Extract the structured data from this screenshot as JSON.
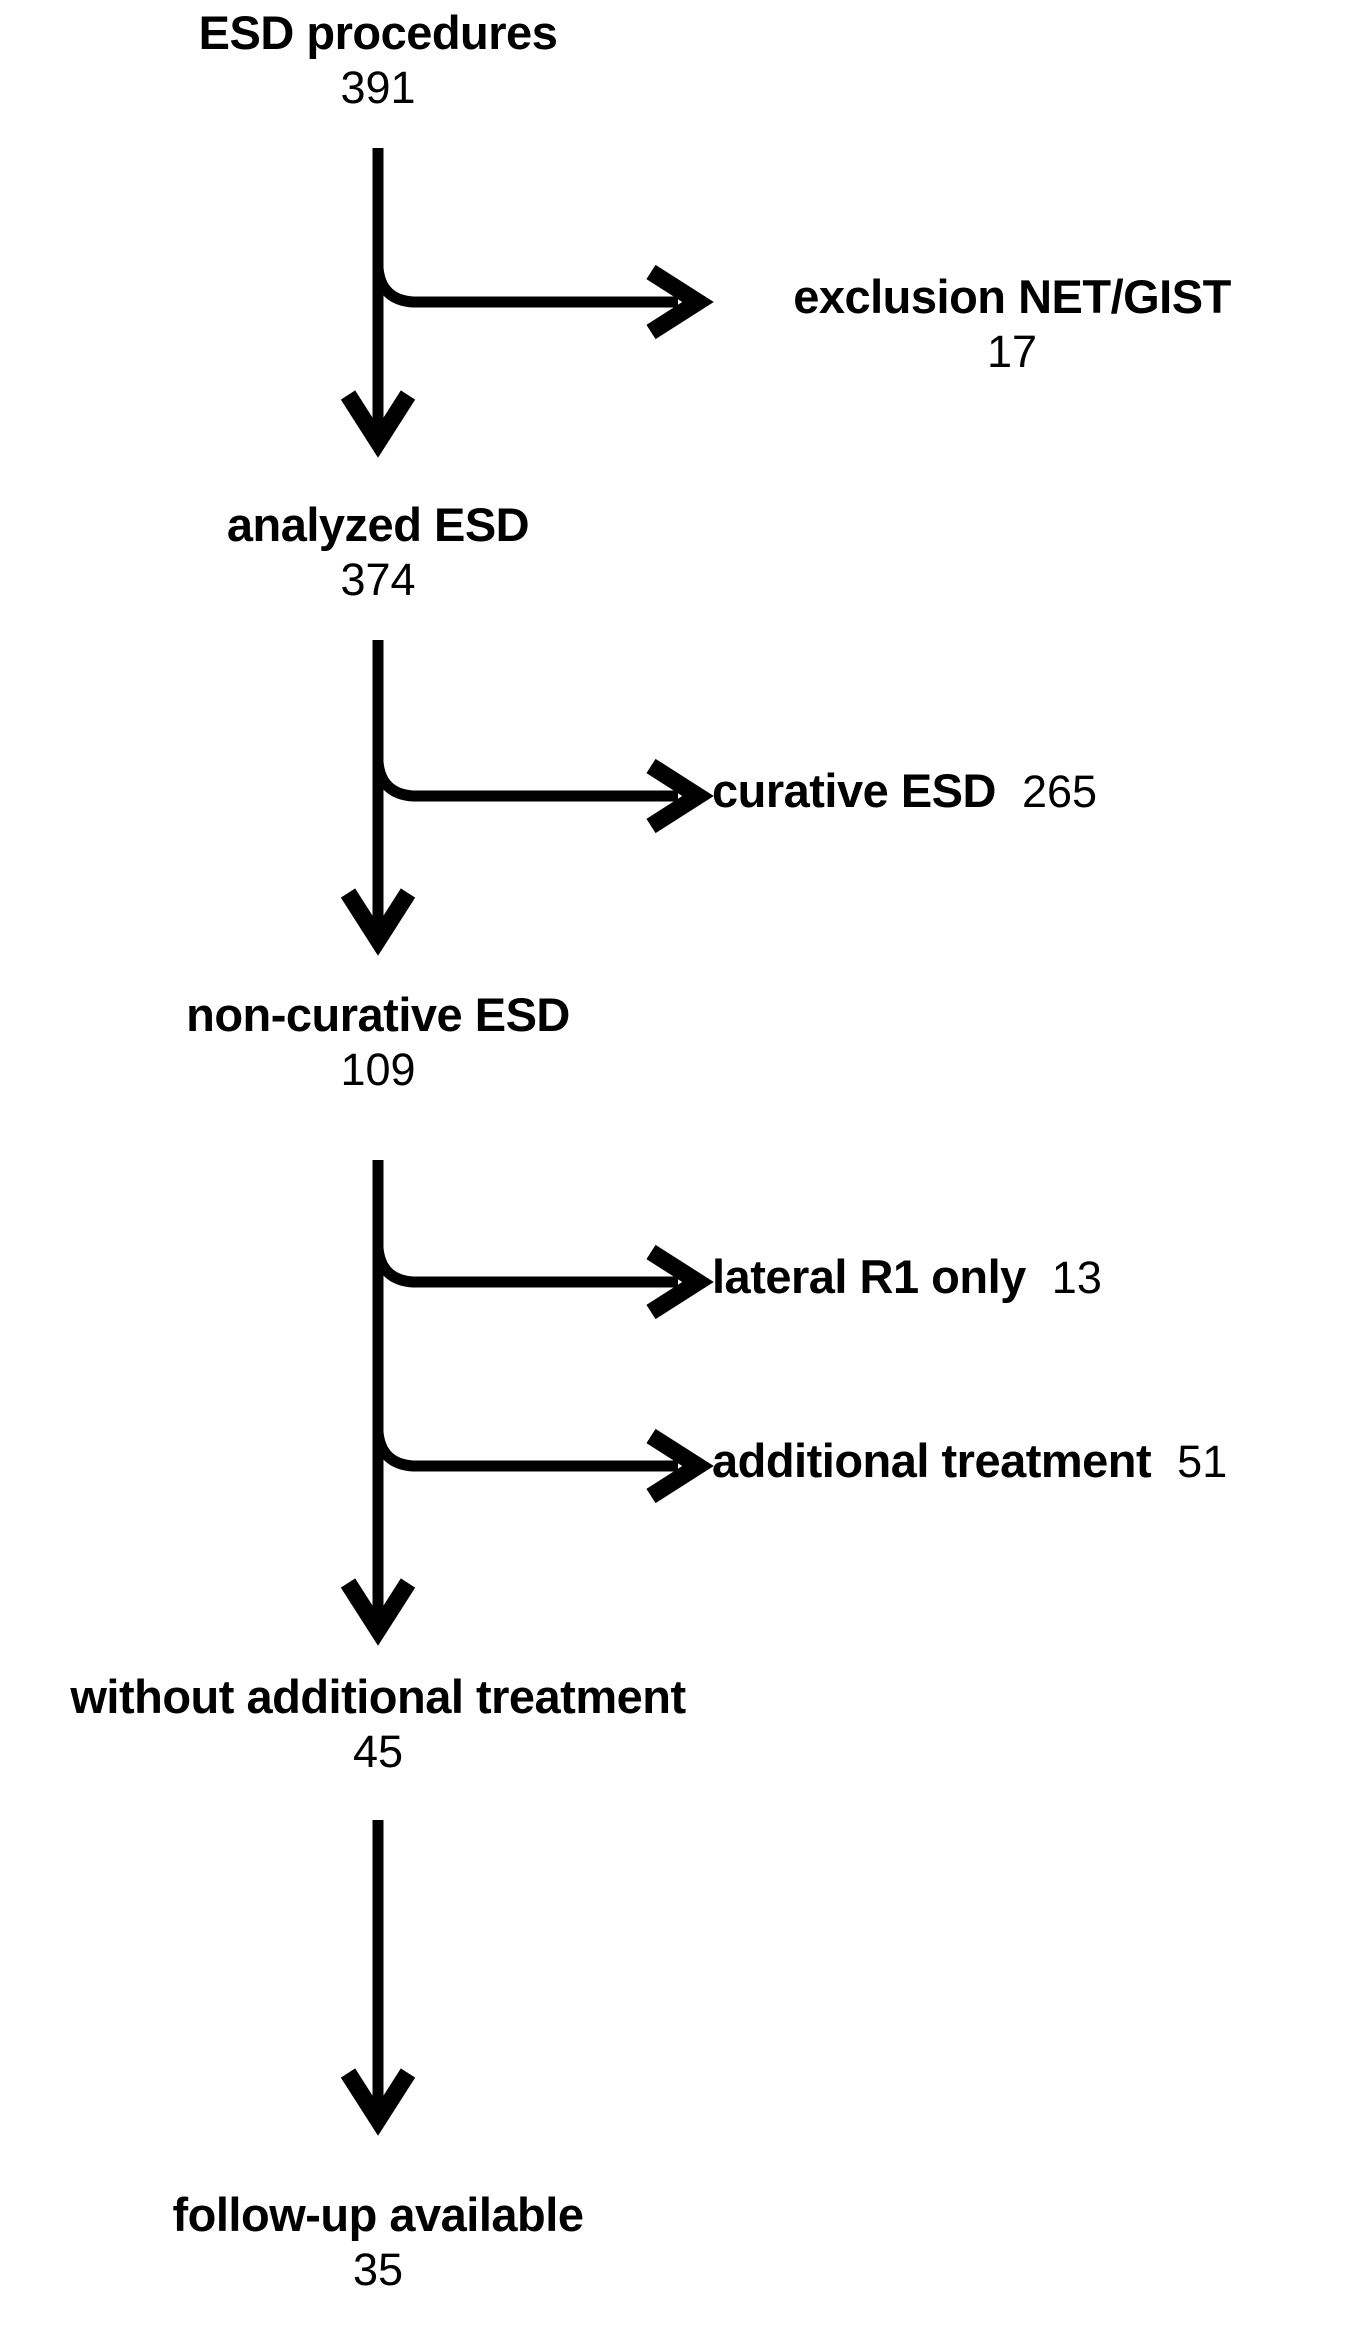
{
  "figure": {
    "kind": "flowchart",
    "orientation": "vertical",
    "background_color": "#ffffff",
    "stroke_color": "#000000",
    "text_color": "#000000"
  },
  "nodes": [
    {
      "id": "esd-procedures",
      "label": "ESD procedures",
      "count": "391"
    },
    {
      "id": "analyzed-esd",
      "label": "analyzed ESD",
      "count": "374"
    },
    {
      "id": "non-curative-esd",
      "label": "non-curative ESD",
      "count": "109"
    },
    {
      "id": "without-additional-treatment",
      "label": "without additional treatment",
      "count": "45"
    },
    {
      "id": "follow-up-available",
      "label": "follow-up available",
      "count": "35"
    }
  ],
  "branches": [
    {
      "id": "exclusion-net-gist",
      "label": "exclusion NET/GIST",
      "count": "17",
      "count_position": "below"
    },
    {
      "id": "curative-esd",
      "label": "curative ESD",
      "count": "265",
      "count_position": "inline"
    },
    {
      "id": "lateral-r1-only",
      "label": "lateral R1 only",
      "count": "13",
      "count_position": "inline"
    },
    {
      "id": "additional-treatment",
      "label": "additional treatment",
      "count": "51",
      "count_position": "inline"
    }
  ],
  "chart_data": {
    "type": "flow",
    "title": "",
    "flow_steps": [
      {
        "step": "ESD procedures",
        "n": 391
      },
      {
        "step": "analyzed ESD",
        "n": 374
      },
      {
        "step": "non-curative ESD",
        "n": 109
      },
      {
        "step": "without additional treatment",
        "n": 45
      },
      {
        "step": "follow-up available",
        "n": 35
      }
    ],
    "excluded_branches": [
      {
        "from": "ESD procedures",
        "label": "exclusion NET/GIST",
        "n": 17
      },
      {
        "from": "analyzed ESD",
        "label": "curative ESD",
        "n": 265
      },
      {
        "from": "non-curative ESD",
        "label": "lateral R1 only",
        "n": 13
      },
      {
        "from": "non-curative ESD",
        "label": "additional treatment",
        "n": 51
      }
    ]
  }
}
